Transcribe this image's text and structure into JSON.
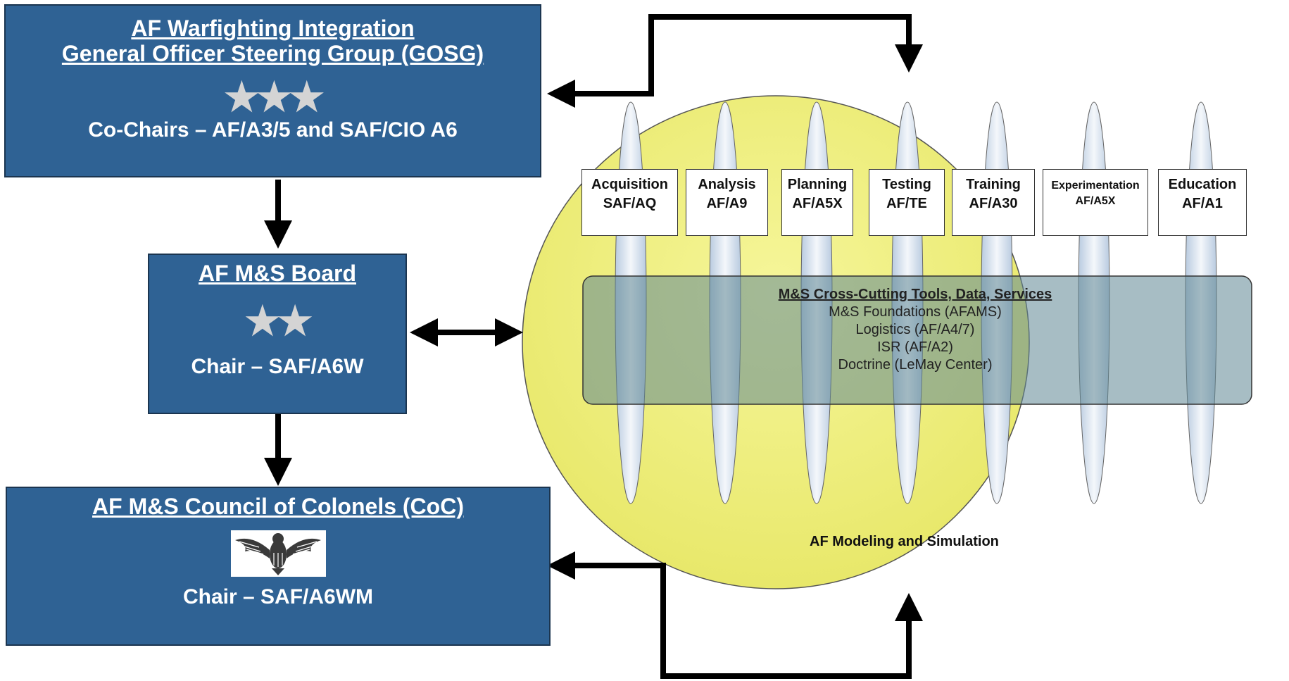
{
  "gosg": {
    "title_line1": "AF Warfighting Integration",
    "title_line2": "General Officer Steering Group (GOSG)",
    "stars": "★★★",
    "chairs": "Co-Chairs – AF/A3/5 and SAF/CIO A6"
  },
  "board": {
    "title": "AF M&S Board",
    "stars": "★★",
    "chair": "Chair – SAF/A6W"
  },
  "coc": {
    "title": "AF M&S  Council of Colonels (CoC)",
    "chair": "Chair – SAF/A6WM"
  },
  "functions": [
    {
      "line1": "Acquisition",
      "line2": "SAF/AQ"
    },
    {
      "line1": "Analysis",
      "line2": "AF/A9"
    },
    {
      "line1": "Planning",
      "line2": "AF/A5X"
    },
    {
      "line1": "Testing",
      "line2": "AF/TE"
    },
    {
      "line1": "Training",
      "line2": "AF/A30"
    },
    {
      "line1": "Experimentation",
      "line2": "AF/A5X"
    },
    {
      "line1": "Education",
      "line2": "AF/A1"
    }
  ],
  "crosscutting": {
    "title": "M&S Cross-Cutting Tools, Data, Services",
    "items": [
      "M&S Foundations (AFAMS)",
      "Logistics (AF/A4/7)",
      "ISR (AF/A2)",
      "Doctrine (LeMay Center)"
    ]
  },
  "ellipse_label": "AF Modeling and Simulation",
  "colors": {
    "box_fill": "#2f6294",
    "ellipse_fill": "#f1f17e",
    "column_fill": "#cfdceb",
    "band_fill": "#7f9ca7"
  }
}
